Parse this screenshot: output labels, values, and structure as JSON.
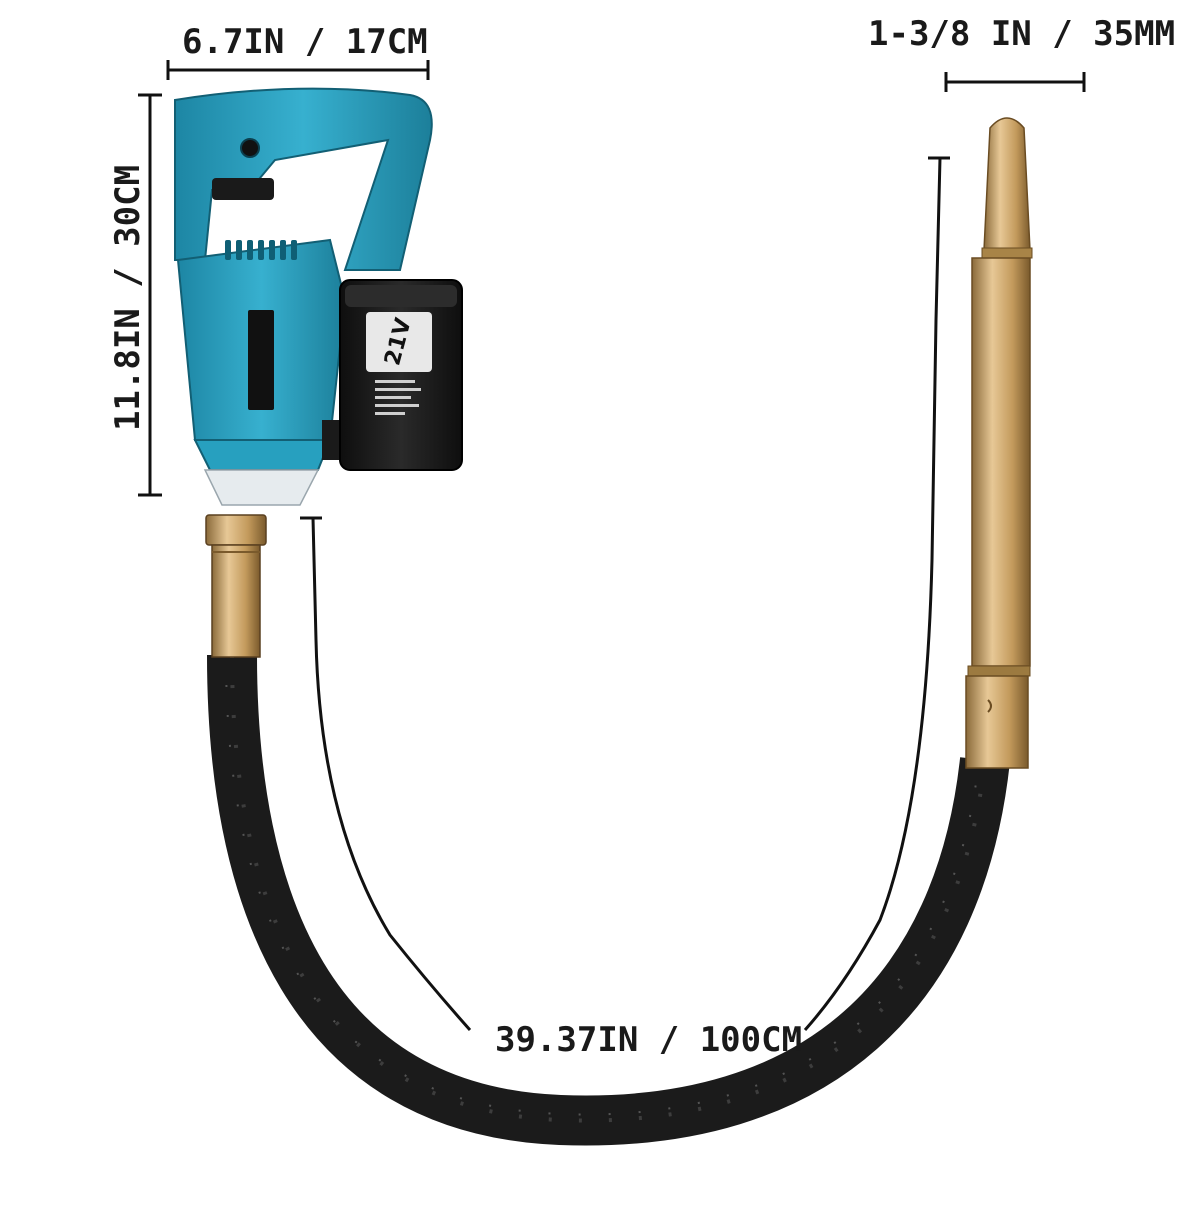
{
  "dimensions": {
    "width": "6.7IN / 17CM",
    "height": "11.8IN / 30CM",
    "diameter": "1-3/8 IN / 35MM",
    "length": "39.37IN / 100CM"
  },
  "battery": {
    "voltage": "21V"
  },
  "colors": {
    "body": "#2ea3c2",
    "body_dark": "#1c7f9a",
    "battery": "#151515",
    "hose": "#1b1b1b",
    "brass": "#c9a46a",
    "line": "#111111"
  }
}
